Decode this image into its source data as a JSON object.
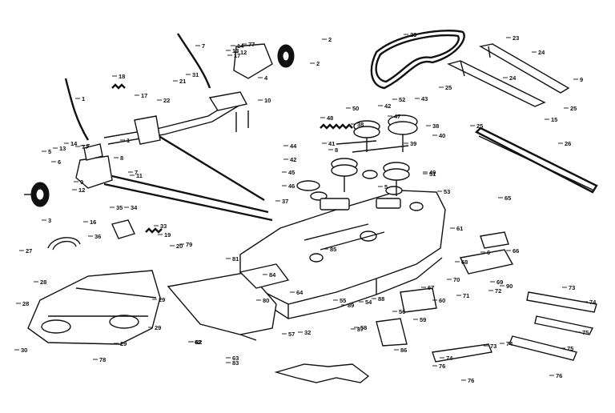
{
  "part_labels": [
    "1",
    "2",
    "3",
    "4",
    "5",
    "6",
    "7",
    "8",
    "9",
    "10",
    "11",
    "12",
    "13",
    "14",
    "15",
    "16",
    "17",
    "18",
    "19",
    "20",
    "21",
    "22",
    "23",
    "24",
    "25",
    "26",
    "27",
    "28",
    "29",
    "30",
    "31",
    "32",
    "33",
    "34",
    "35",
    "36",
    "37",
    "38",
    "39",
    "40",
    "41",
    "42",
    "43",
    "44",
    "45",
    "46",
    "47",
    "48",
    "49",
    "50",
    "51",
    "52",
    "53",
    "54",
    "55",
    "56",
    "57",
    "58",
    "59",
    "60",
    "61",
    "62",
    "63",
    "64",
    "65",
    "66",
    "67",
    "68",
    "69",
    "70",
    "71",
    "72",
    "73",
    "74",
    "75",
    "76",
    "77",
    "78",
    "79",
    "80",
    "81",
    "82",
    "83",
    "84",
    "85",
    "86",
    "87",
    "88",
    "89",
    "90"
  ]
}
